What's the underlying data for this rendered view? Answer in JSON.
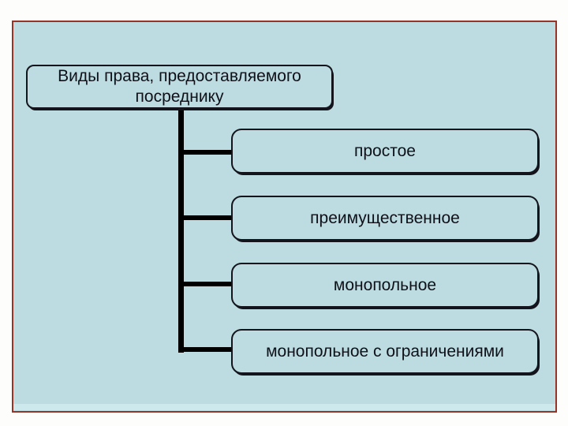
{
  "slide": {
    "title": {
      "line1": "Виды права, предоставляемого",
      "line2": "посреднику"
    },
    "nodes": [
      {
        "label": "простое"
      },
      {
        "label": "преимущественное"
      },
      {
        "label": "монопольное"
      },
      {
        "label": "монопольное с ограничениями"
      }
    ]
  },
  "colors": {
    "page-bg": "#fdfdfc",
    "slide-fill": "#bcdce1",
    "slide-border": "#963428",
    "box-border": "#14141c",
    "connector": "#000000",
    "text": "#101018",
    "stripe": "#cde9ed"
  }
}
